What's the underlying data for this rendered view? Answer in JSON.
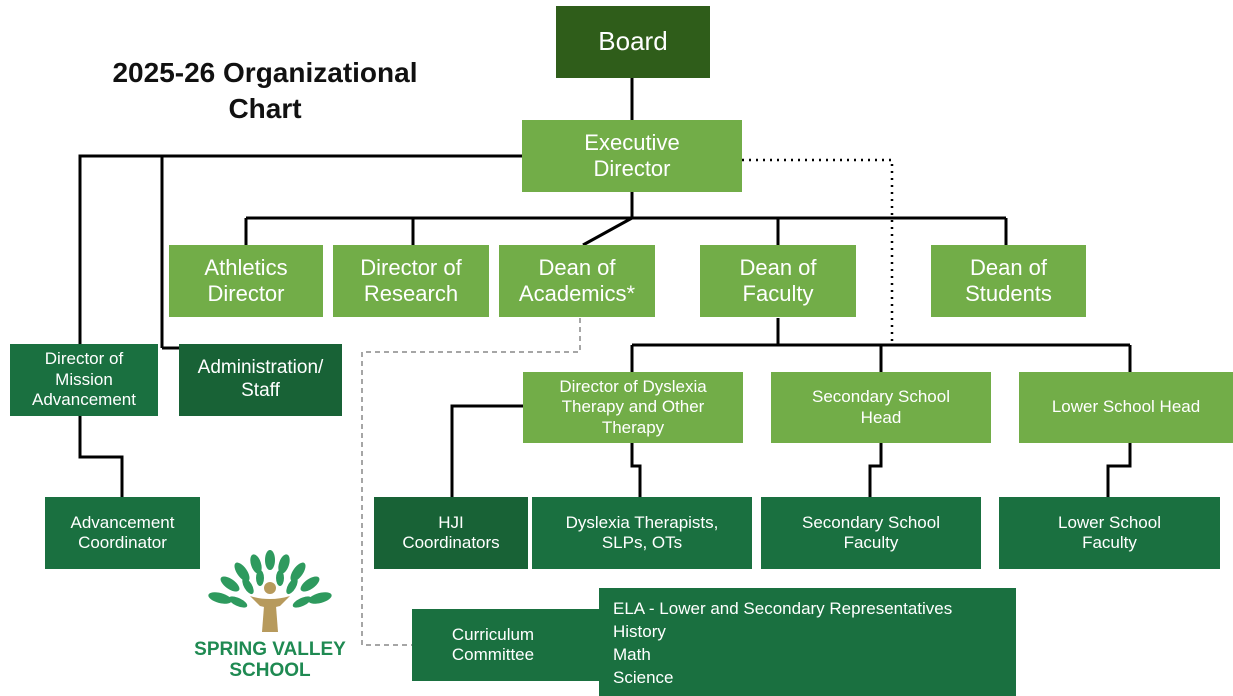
{
  "title": "2025-26 Organizational\nChart",
  "nodes": {
    "board": "Board",
    "executive_director": "Executive\nDirector",
    "athletics_director": "Athletics\nDirector",
    "director_of_research": "Director of\nResearch",
    "dean_of_academics": "Dean of\nAcademics*",
    "dean_of_faculty": "Dean of\nFaculty",
    "dean_of_students": "Dean of\nStudents",
    "director_mission_advancement": "Director of\nMission\nAdvancement",
    "administration_staff": "Administration/\nStaff",
    "director_dyslexia": "Director of Dyslexia\nTherapy and Other\nTherapy",
    "secondary_school_head": "Secondary School\nHead",
    "lower_school_head": "Lower School Head",
    "advancement_coordinator": "Advancement\nCoordinator",
    "hji_coordinators": "HJI\nCoordinators",
    "dyslexia_therapists": "Dyslexia Therapists,\nSLPs, OTs",
    "secondary_school_faculty": "Secondary School\nFaculty",
    "lower_school_faculty": "Lower School\nFaculty",
    "curriculum_committee": "Curriculum\nCommittee"
  },
  "committee_members": [
    "ELA - Lower and Secondary Representatives",
    "History",
    "Math",
    "Science"
  ],
  "logo": {
    "line1": "SPRING VALLEY",
    "line2": "SCHOOL",
    "leaf_color": "#2e9a5e",
    "figure_color": "#b79a5c",
    "text_color": "#1f8a52"
  },
  "colors": {
    "board": "#2f5d1a",
    "light_green": "#72ad48",
    "dark_green": "#1a7040",
    "connector": "#000000",
    "dashed": "#888888"
  }
}
